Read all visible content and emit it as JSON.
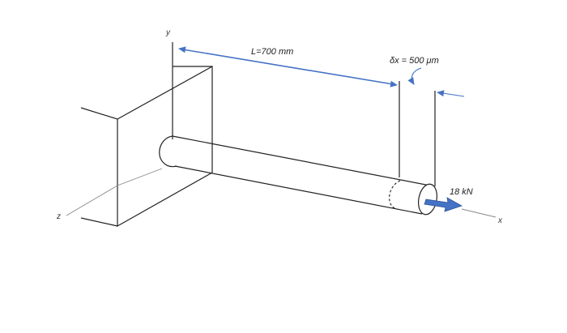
{
  "labels": {
    "length": "L=700 mm",
    "elongation": "δx = 500 μm",
    "force": "18 kN"
  },
  "axes": {
    "x": "x",
    "y": "y",
    "z": "z"
  },
  "colors": {
    "ink": "#222222",
    "dimension_arrow": "#4472c4",
    "force_arrow": "#4472c4",
    "ground_line": "#888888"
  }
}
